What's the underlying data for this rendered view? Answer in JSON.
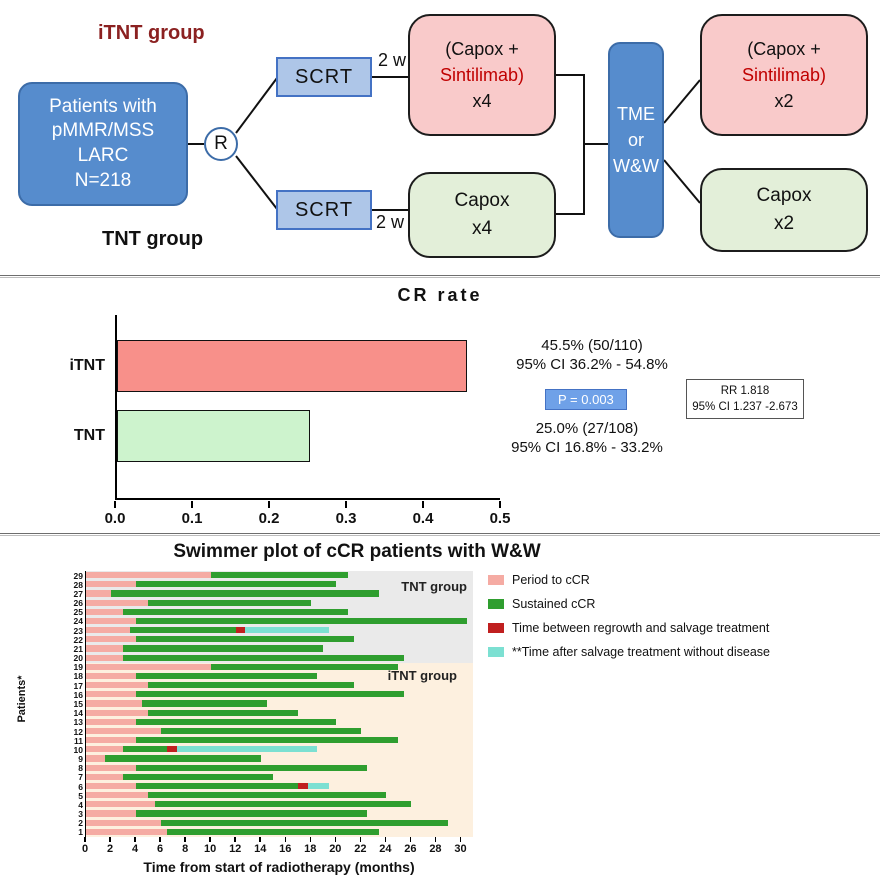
{
  "flow": {
    "itnt_group_label": "iTNT group",
    "tnt_group_label": "TNT group",
    "patients_box_lines": [
      "Patients with",
      "pMMR/MSS",
      "LARC",
      "N=218"
    ],
    "randomization_label": "R",
    "scrt_label": "SCRT",
    "interval_label": "2 w",
    "capox_sintilimab_lines": [
      "(Capox +",
      "Sintilimab)"
    ],
    "capox_label": "Capox",
    "course1_count": "x4",
    "course2_count": "x2",
    "surgery_lines": [
      "TME",
      "or",
      "W&W"
    ],
    "colors": {
      "solid_blue": "#568ccd",
      "light_blue": "#aec6e8",
      "pink": "#f9caca",
      "green": "#e3efd9",
      "sintilimab_red": "#c00000",
      "itnt_label_red": "#8b2121"
    }
  },
  "chart_data": [
    {
      "type": "bar",
      "orientation": "horizontal",
      "title": "CR rate",
      "categories": [
        "iTNT",
        "TNT"
      ],
      "values": [
        0.455,
        0.25
      ],
      "bar_colors": [
        "#f8908a",
        "#cdf3cd"
      ],
      "xlim": [
        0,
        0.5
      ],
      "xticks": [
        "0.0",
        "0.1",
        "0.2",
        "0.3",
        "0.4",
        "0.5"
      ],
      "grid": false,
      "annotations": {
        "itnt": [
          "45.5% (50/110)",
          "95% CI 36.2% - 54.8%"
        ],
        "p_value": "P = 0.003",
        "p_value_bg": "#6fa1e8",
        "tnt": [
          "25.0% (27/108)",
          "95% CI 16.8% - 33.2%"
        ],
        "rr": [
          "RR 1.818",
          "95% CI 1.237 -2.673"
        ]
      }
    },
    {
      "type": "swimmer",
      "title": "Swimmer plot of cCR patients with W&W",
      "xlabel": "Time from start of radiotherapy (months)",
      "ylabel": "Patients*",
      "xlim": [
        0,
        31
      ],
      "xticks": [
        0,
        2,
        4,
        6,
        8,
        10,
        12,
        14,
        16,
        18,
        20,
        22,
        24,
        26,
        28,
        30
      ],
      "legend_position": "right",
      "legend": [
        {
          "key": "period",
          "label": "Period to cCR",
          "color": "#f5aba3"
        },
        {
          "key": "sustained",
          "label": "Sustained cCR",
          "color": "#2f9e2f"
        },
        {
          "key": "regrowth",
          "label": "Time between regrowth and salvage treatment",
          "color": "#c01f1f"
        },
        {
          "key": "salvage",
          "label": "**Time after salvage treatment without disease",
          "color": "#7ce0d2"
        }
      ],
      "groups": [
        {
          "label": "TNT group",
          "patient_id_range": [
            20,
            29
          ],
          "bg": "#eaeaea"
        },
        {
          "label": "iTNT group",
          "patient_id_range": [
            1,
            19
          ],
          "bg": "#fdf0df"
        }
      ],
      "patients": [
        {
          "id": 29,
          "segments": [
            [
              "period",
              0,
              10
            ],
            [
              "sustained",
              10,
              21
            ]
          ]
        },
        {
          "id": 28,
          "segments": [
            [
              "period",
              0,
              4
            ],
            [
              "sustained",
              4,
              20
            ]
          ]
        },
        {
          "id": 27,
          "segments": [
            [
              "period",
              0,
              2
            ],
            [
              "sustained",
              2,
              23.5
            ]
          ]
        },
        {
          "id": 26,
          "segments": [
            [
              "period",
              0,
              5
            ],
            [
              "sustained",
              5,
              18
            ]
          ]
        },
        {
          "id": 25,
          "segments": [
            [
              "period",
              0,
              3
            ],
            [
              "sustained",
              3,
              21
            ]
          ]
        },
        {
          "id": 24,
          "segments": [
            [
              "period",
              0,
              4
            ],
            [
              "sustained",
              4,
              30.5
            ]
          ]
        },
        {
          "id": 23,
          "segments": [
            [
              "period",
              0,
              3.5
            ],
            [
              "sustained",
              3.5,
              12
            ],
            [
              "regrowth",
              12,
              12.7
            ],
            [
              "salvage",
              12.7,
              19.5
            ]
          ]
        },
        {
          "id": 22,
          "segments": [
            [
              "period",
              0,
              4
            ],
            [
              "sustained",
              4,
              21.5
            ]
          ]
        },
        {
          "id": 21,
          "segments": [
            [
              "period",
              0,
              3
            ],
            [
              "sustained",
              3,
              19
            ]
          ]
        },
        {
          "id": 20,
          "segments": [
            [
              "period",
              0,
              3
            ],
            [
              "sustained",
              3,
              25.5
            ]
          ]
        },
        {
          "id": 19,
          "segments": [
            [
              "period",
              0,
              10
            ],
            [
              "sustained",
              10,
              25
            ]
          ]
        },
        {
          "id": 18,
          "segments": [
            [
              "period",
              0,
              4
            ],
            [
              "sustained",
              4,
              18.5
            ]
          ]
        },
        {
          "id": 17,
          "segments": [
            [
              "period",
              0,
              5
            ],
            [
              "sustained",
              5,
              21.5
            ]
          ]
        },
        {
          "id": 16,
          "segments": [
            [
              "period",
              0,
              4
            ],
            [
              "sustained",
              4,
              25.5
            ]
          ]
        },
        {
          "id": 15,
          "segments": [
            [
              "period",
              0,
              4.5
            ],
            [
              "sustained",
              4.5,
              14.5
            ]
          ]
        },
        {
          "id": 14,
          "segments": [
            [
              "period",
              0,
              5
            ],
            [
              "sustained",
              5,
              17
            ]
          ]
        },
        {
          "id": 13,
          "segments": [
            [
              "period",
              0,
              4
            ],
            [
              "sustained",
              4,
              20
            ]
          ]
        },
        {
          "id": 12,
          "segments": [
            [
              "period",
              0,
              6
            ],
            [
              "sustained",
              6,
              22
            ]
          ]
        },
        {
          "id": 11,
          "segments": [
            [
              "period",
              0,
              4
            ],
            [
              "sustained",
              4,
              25
            ]
          ]
        },
        {
          "id": 10,
          "segments": [
            [
              "period",
              0,
              3
            ],
            [
              "sustained",
              3,
              6.5
            ],
            [
              "regrowth",
              6.5,
              7.3
            ],
            [
              "salvage",
              7.3,
              18.5
            ]
          ]
        },
        {
          "id": 9,
          "segments": [
            [
              "period",
              0,
              1.5
            ],
            [
              "sustained",
              1.5,
              14
            ]
          ]
        },
        {
          "id": 8,
          "segments": [
            [
              "period",
              0,
              4
            ],
            [
              "sustained",
              4,
              22.5
            ]
          ]
        },
        {
          "id": 7,
          "segments": [
            [
              "period",
              0,
              3
            ],
            [
              "sustained",
              3,
              15
            ]
          ]
        },
        {
          "id": 6,
          "segments": [
            [
              "period",
              0,
              4
            ],
            [
              "sustained",
              4,
              17
            ],
            [
              "regrowth",
              17,
              17.8
            ],
            [
              "salvage",
              17.8,
              19.5
            ]
          ]
        },
        {
          "id": 5,
          "segments": [
            [
              "period",
              0,
              5
            ],
            [
              "sustained",
              5,
              24
            ]
          ]
        },
        {
          "id": 4,
          "segments": [
            [
              "period",
              0,
              5.5
            ],
            [
              "sustained",
              5.5,
              26
            ]
          ]
        },
        {
          "id": 3,
          "segments": [
            [
              "period",
              0,
              4
            ],
            [
              "sustained",
              4,
              22.5
            ]
          ]
        },
        {
          "id": 2,
          "segments": [
            [
              "period",
              0,
              6
            ],
            [
              "sustained",
              6,
              29
            ]
          ]
        },
        {
          "id": 1,
          "segments": [
            [
              "period",
              0,
              6.5
            ],
            [
              "sustained",
              6.5,
              23.5
            ]
          ]
        }
      ]
    }
  ]
}
